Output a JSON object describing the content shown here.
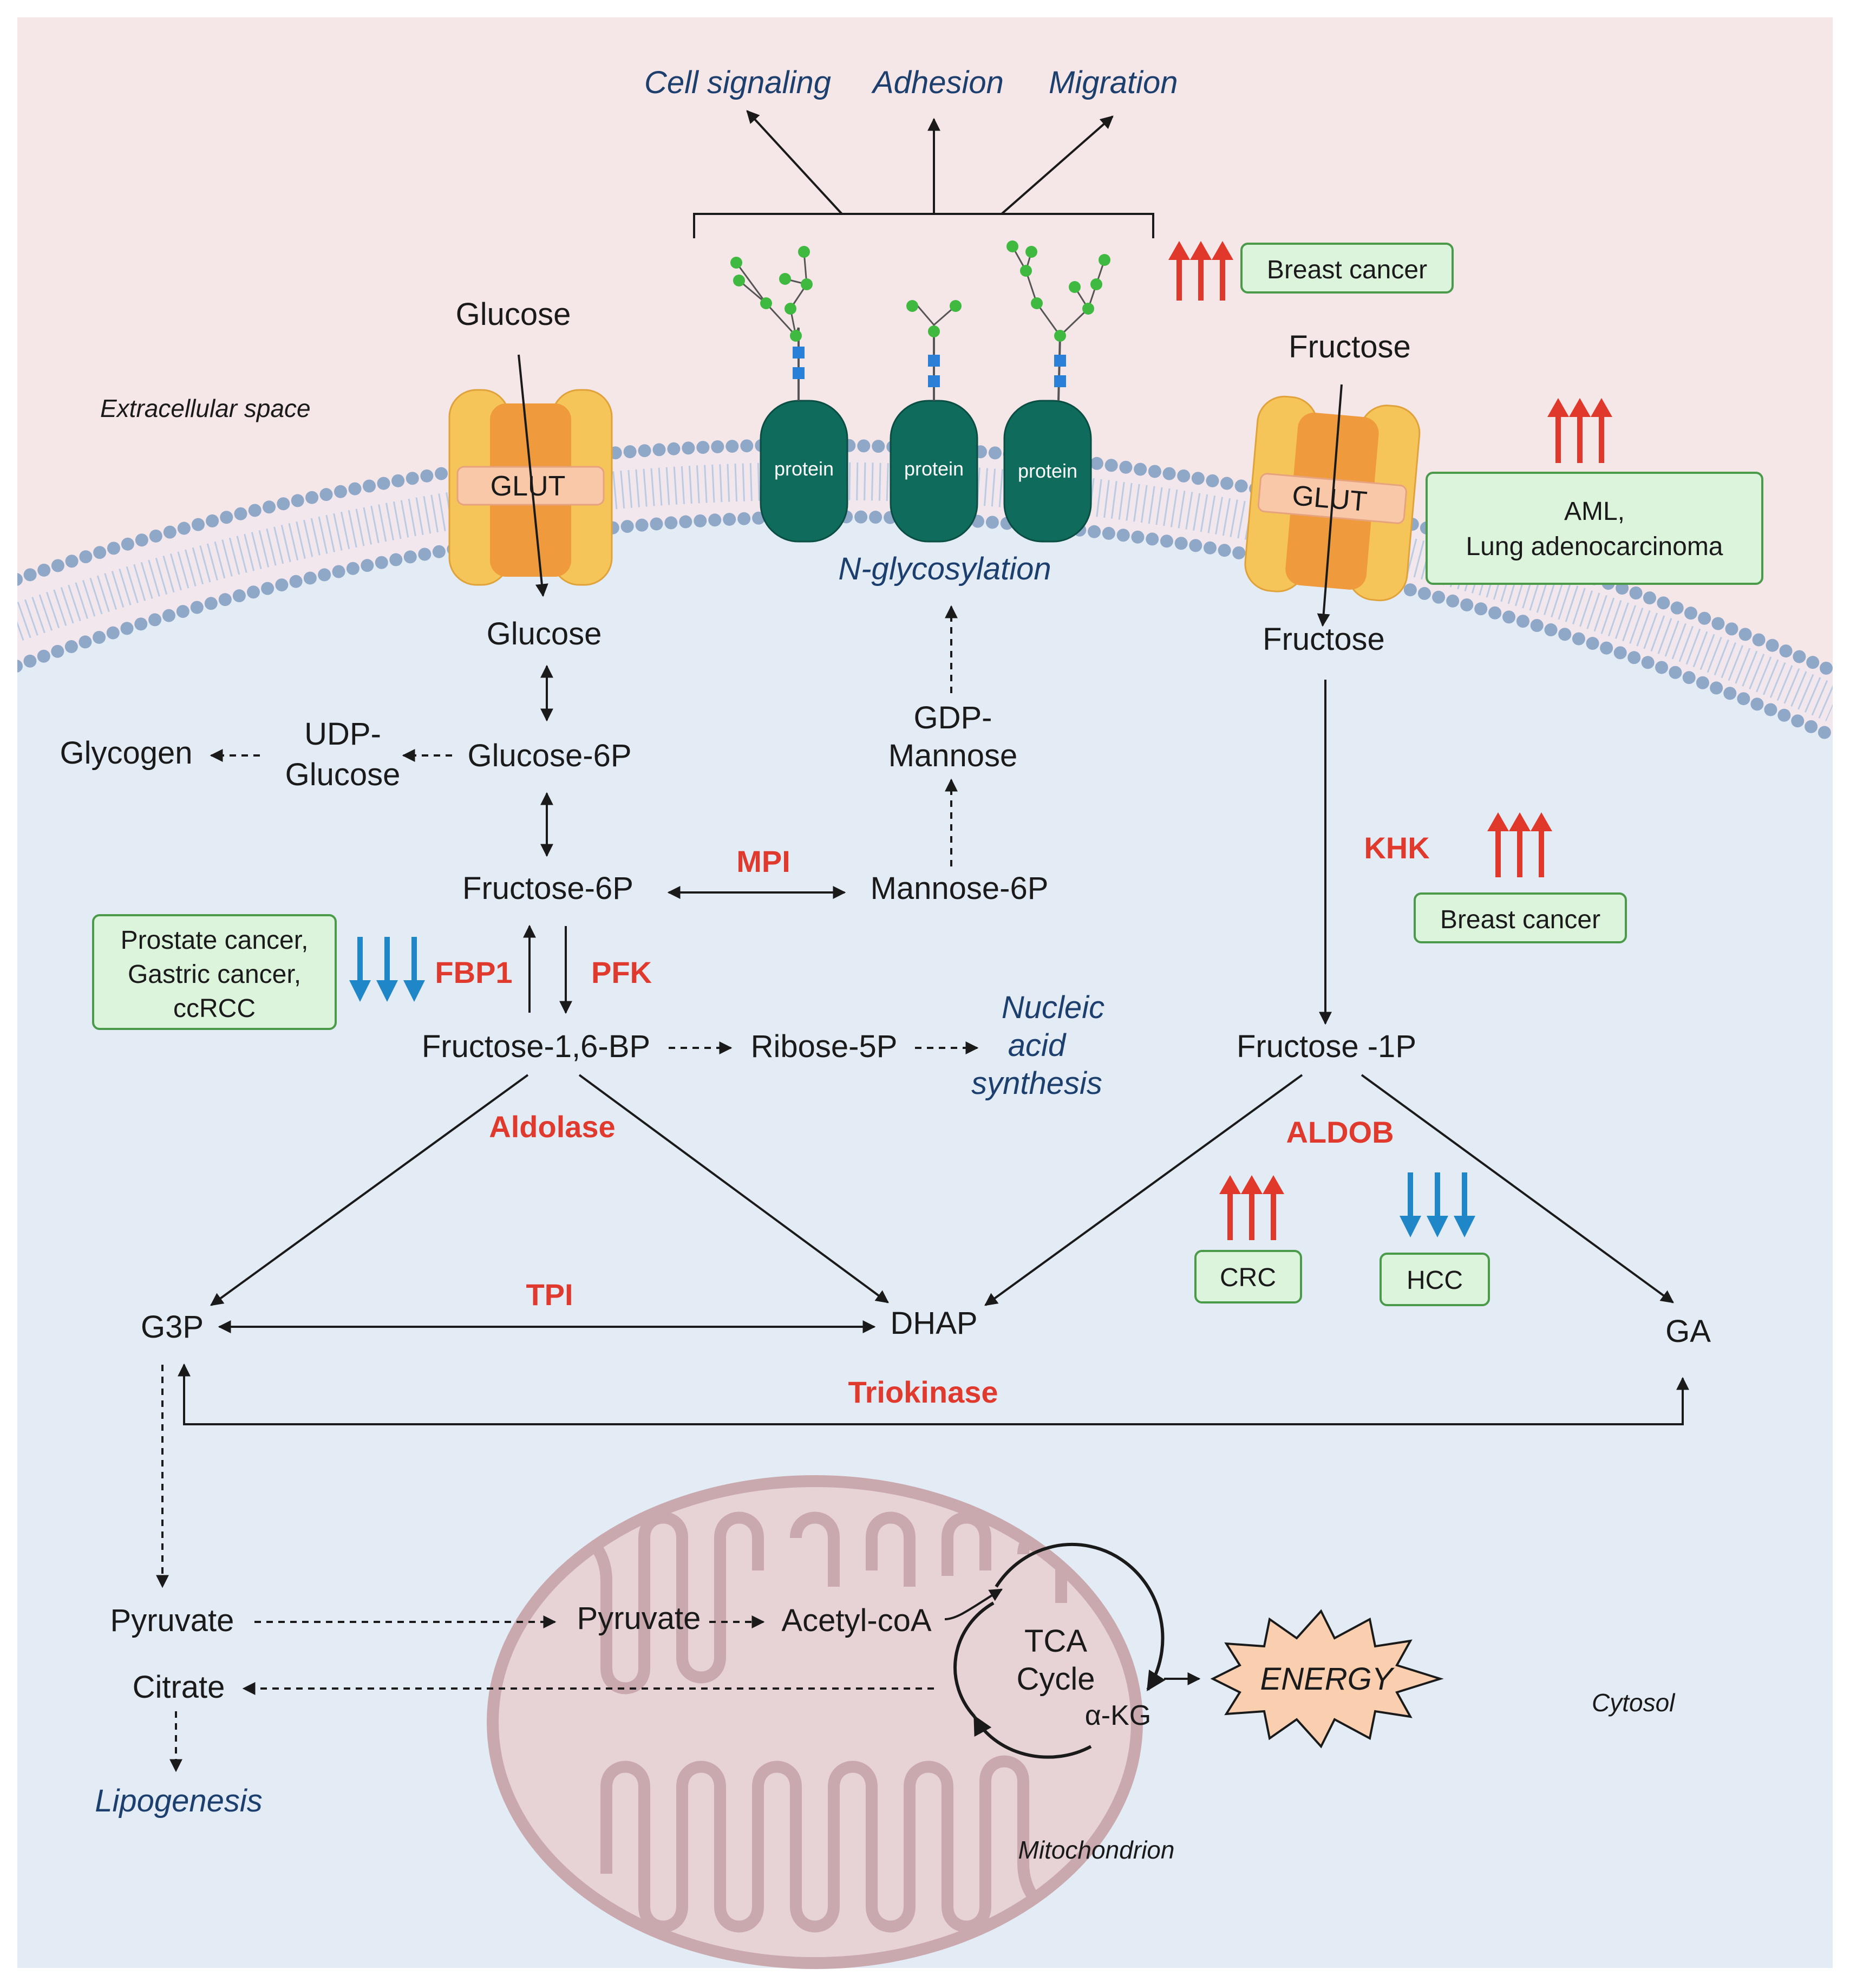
{
  "regions": {
    "extracellular": "Extracellular space",
    "cytosol": "Cytosol",
    "mitochondrion": "Mitochondrion"
  },
  "outputs": {
    "cell_signaling": "Cell signaling",
    "adhesion": "Adhesion",
    "migration": "Migration",
    "n_glycosylation": "N-glycosylation",
    "nucleic_l1": "Nucleic",
    "nucleic_l2": "acid",
    "nucleic_l3": "synthesis",
    "lipogenesis": "Lipogenesis"
  },
  "transporters": {
    "glut_left": "GLUT",
    "glut_right": "GLUT",
    "protein_1": "protein",
    "protein_2": "protein",
    "protein_3": "protein"
  },
  "metabolites": {
    "glucose_out": "Glucose",
    "glucose_in": "Glucose",
    "fructose_out": "Fructose",
    "fructose_in": "Fructose",
    "udp_glucose_l1": "UDP-",
    "udp_glucose_l2": "Glucose",
    "glycogen": "Glycogen",
    "glucose_6p": "Glucose-6P",
    "fructose_6p": "Fructose-6P",
    "gdp_mannose_l1": "GDP-",
    "gdp_mannose_l2": "Mannose",
    "mannose_6p": "Mannose-6P",
    "fructose_16bp": "Fructose-1,6-BP",
    "ribose_5p": "Ribose-5P",
    "fructose_1p": "Fructose -1P",
    "g3p": "G3P",
    "dhap": "DHAP",
    "ga": "GA",
    "pyruvate_cyt": "Pyruvate",
    "pyruvate_mito": "Pyruvate",
    "acetyl_coa": "Acetyl-coA",
    "citrate": "Citrate",
    "tca_l1": "TCA",
    "tca_l2": "Cycle",
    "akg": "α-KG",
    "energy": "ENERGY"
  },
  "enzymes": {
    "mpi": "MPI",
    "fbp1": "FBP1",
    "pfk": "PFK",
    "aldolase": "Aldolase",
    "tpi": "TPI",
    "triokinase": "Triokinase",
    "khk": "KHK",
    "aldob": "ALDOB"
  },
  "cancer_boxes": {
    "breast_top": "Breast cancer",
    "aml_l1": "AML,",
    "aml_l2": "Lung adenocarcinoma",
    "breast_khk": "Breast cancer",
    "fbp1_l1": "Prostate cancer,",
    "fbp1_l2": "Gastric cancer,",
    "fbp1_l3": "ccRCC",
    "crc": "CRC",
    "hcc": "HCC"
  },
  "colors": {
    "extracellular_bg": "#f5e6e8",
    "cytosol_bg": "#e3ecf5",
    "enzyme_red": "#e03a2f",
    "up_arrow_red": "#e0392c",
    "down_arrow_blue": "#1f86c8",
    "box_fill": "#dcf3dc",
    "box_stroke": "#4a9a4a",
    "protein_fill": "#0f6b5c",
    "glut_outer": "#f6c55a",
    "glut_inner": "#ef9a3c",
    "mito_fill": "#e7d2d6",
    "mito_stroke": "#c9a9ae",
    "energy_fill": "#f9cfb0"
  }
}
